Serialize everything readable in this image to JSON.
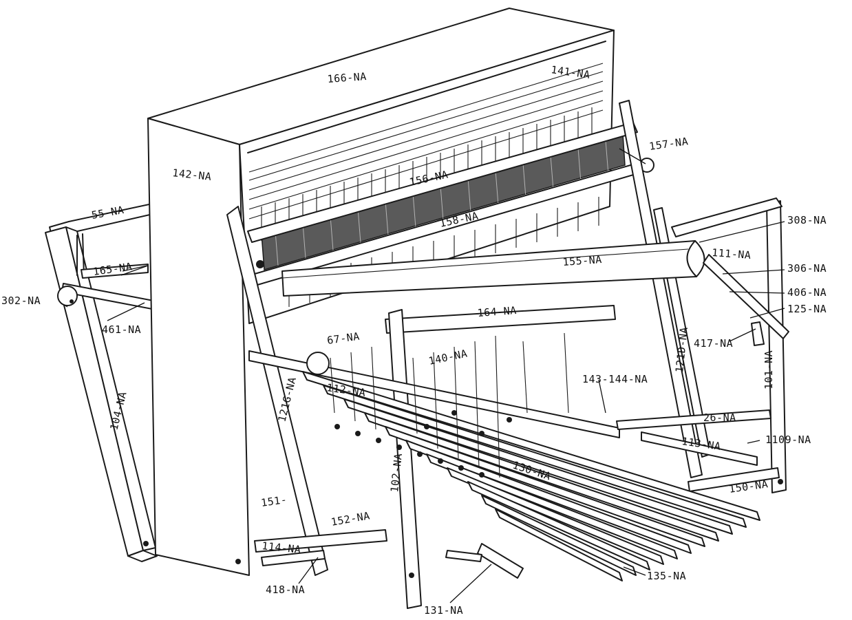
{
  "diagram": {
    "part_labels": [
      {
        "id": "p166",
        "text": "166-NA"
      },
      {
        "id": "p141",
        "text": "141-NA"
      },
      {
        "id": "p142",
        "text": "142-NA"
      },
      {
        "id": "p157",
        "text": "157-NA"
      },
      {
        "id": "p156",
        "text": "156-NA"
      },
      {
        "id": "p55",
        "text": "55-NA"
      },
      {
        "id": "p158",
        "text": "158-NA"
      },
      {
        "id": "p308",
        "text": "308-NA"
      },
      {
        "id": "p155",
        "text": "155-NA"
      },
      {
        "id": "p111",
        "text": "111-NA"
      },
      {
        "id": "p306",
        "text": "306-NA"
      },
      {
        "id": "p165",
        "text": "165-NA"
      },
      {
        "id": "p406",
        "text": "406-NA"
      },
      {
        "id": "p302",
        "text": "302-NA"
      },
      {
        "id": "p125",
        "text": "125-NA"
      },
      {
        "id": "p461",
        "text": "461-NA"
      },
      {
        "id": "p164",
        "text": "164-NA"
      },
      {
        "id": "p417",
        "text": "417-NA"
      },
      {
        "id": "p67",
        "text": "67-NA"
      },
      {
        "id": "p121d",
        "text": "121D-NA"
      },
      {
        "id": "p101",
        "text": "101-NA"
      },
      {
        "id": "p140",
        "text": "140-NA"
      },
      {
        "id": "p143",
        "text": "143-144-NA"
      },
      {
        "id": "p112",
        "text": "112-NA"
      },
      {
        "id": "p121g",
        "text": "121G-NA"
      },
      {
        "id": "p26",
        "text": "26-NA"
      },
      {
        "id": "p104",
        "text": "104-NA"
      },
      {
        "id": "p1109",
        "text": "1109-NA"
      },
      {
        "id": "p113",
        "text": "113-NA"
      },
      {
        "id": "p102",
        "text": "102-NA"
      },
      {
        "id": "p130",
        "text": "130-NA"
      },
      {
        "id": "p150",
        "text": "150-NA"
      },
      {
        "id": "p151",
        "text": "151-"
      },
      {
        "id": "p152",
        "text": "152-NA"
      },
      {
        "id": "p114",
        "text": "114-NA"
      },
      {
        "id": "p135",
        "text": "135-NA"
      },
      {
        "id": "p418",
        "text": "418-NA"
      },
      {
        "id": "p131",
        "text": "131-NA"
      }
    ]
  }
}
